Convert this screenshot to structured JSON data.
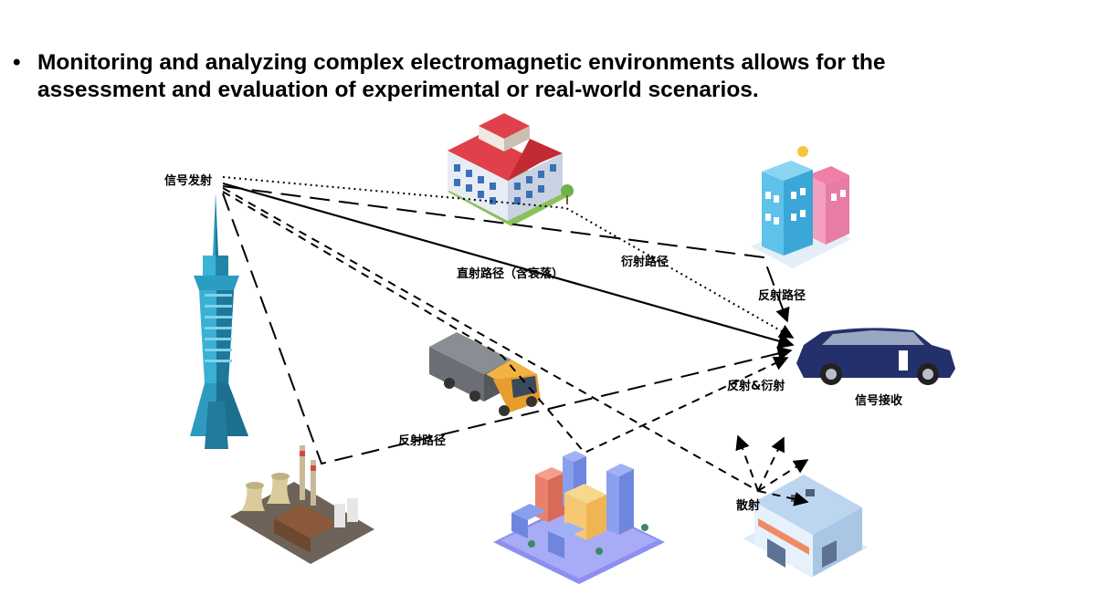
{
  "slide": {
    "bullet_symbol": "•",
    "bullet_text": "Monitoring and analyzing complex electromagnetic environments allows for the assessment and evaluation of experimental or real-world scenarios."
  },
  "diagram": {
    "labels": {
      "transmitter": "信号发射",
      "direct_path": "直射路径（含衰落）",
      "diffraction_path": "衍射路径",
      "reflection_path_right": "反射路径",
      "reflection_path_bottom": "反射路径",
      "reflection_diffraction": "反射&衍射",
      "receiver": "信号接收",
      "scattering": "散射"
    },
    "icons": [
      "tv-tower-icon",
      "office-building-icon",
      "apartment-buildings-icon",
      "truck-icon",
      "car-icon",
      "factory-icon",
      "city-block-icon",
      "shop-icon"
    ],
    "colors": {
      "tower": "#2b8fb5",
      "building_roof": "#e0404a",
      "car": "#23306b",
      "truck_cab": "#f2b244",
      "city": "#7b7ff0",
      "shop": "#cfe4f6"
    }
  }
}
